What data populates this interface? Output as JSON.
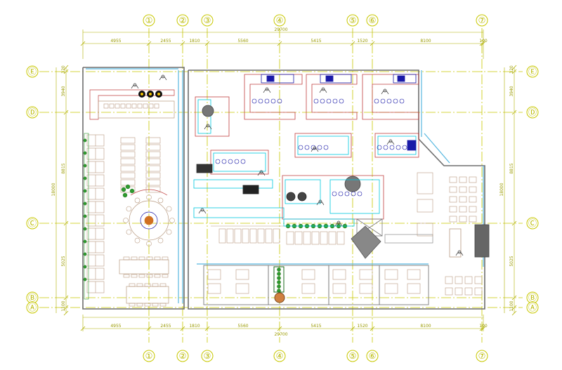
{
  "colors": {
    "axis": "#c8c800",
    "wall": "#7a7a7a",
    "furniture": "#b89a80",
    "kitchen_cyan": "#00c8e0",
    "kitchen_blue": "#1a1aa8",
    "counter_red": "#c04040",
    "plant_green": "#2e9a2e",
    "chart_black": "#111111",
    "wall_cyan": "#58b8e0"
  },
  "axes": {
    "columns": [
      "①",
      "②",
      "③",
      "④",
      "⑤",
      "⑥",
      "⑦"
    ],
    "rows": [
      "Ⓔ",
      "Ⓓ",
      "Ⓒ",
      "Ⓑ",
      "Ⓐ"
    ]
  },
  "dimensions": {
    "total_width": "29700",
    "top_segments": [
      "4955",
      "2455",
      "1810",
      "5560",
      "5415",
      "1520",
      "8100",
      "100"
    ],
    "bottom_segments": [
      "4955",
      "2455",
      "1810",
      "5560",
      "5415",
      "1520",
      "8100",
      "100"
    ],
    "left_total": "18000",
    "right_total": "18000",
    "left_segments": [
      "120",
      "3940",
      "8815",
      "5025",
      "1100"
    ],
    "right_segments": [
      "120",
      "3940",
      "8815",
      "5025",
      "1100"
    ]
  }
}
